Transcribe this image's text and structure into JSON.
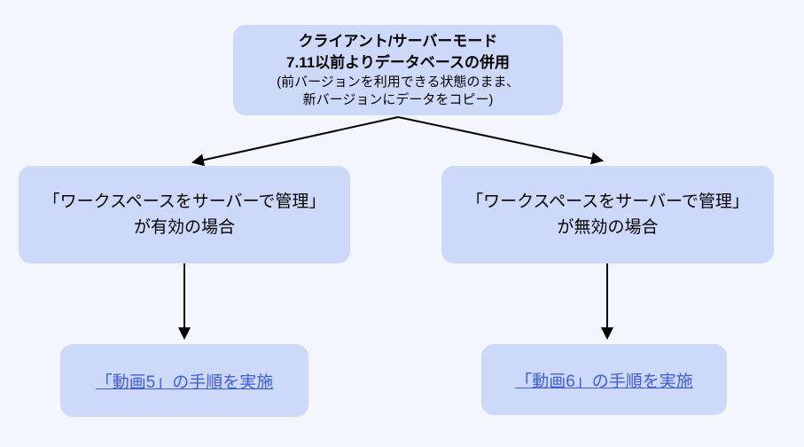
{
  "page": {
    "background_color": "#f3f7fd",
    "node_fill_color": "#cdd9f8",
    "arrow_color": "#000000",
    "link_color": "#3d5ceb"
  },
  "flowchart": {
    "root": {
      "title_line1": "クライアント/サーバーモード",
      "title_line2": "7.11以前よりデータベースの併用",
      "note_line1": "(前バージョンを利用できる状態のまま、",
      "note_line2": "新バージョンにデータをコピー)"
    },
    "branch_left": {
      "line1": "「ワークスペースをサーバーで管理」",
      "line2": "が有効の場合"
    },
    "branch_right": {
      "line1": "「ワークスペースをサーバーで管理」",
      "line2": "が無効の場合"
    },
    "action_left": {
      "link_label": "「動画5」の手順を実施"
    },
    "action_right": {
      "link_label": "「動画6」の手順を実施"
    }
  }
}
